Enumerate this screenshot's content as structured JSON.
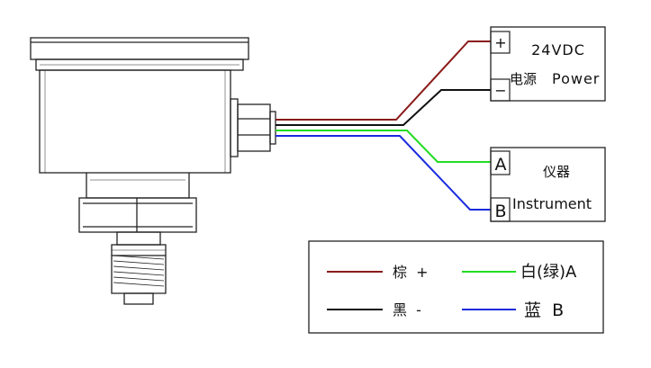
{
  "power_box": {
    "plus_sign": "+",
    "minus_sign": "−",
    "voltage": "24VDC",
    "label_cn": "电源",
    "label_en": "Power"
  },
  "instrument_box": {
    "terminal_a": "A",
    "terminal_b": "B",
    "label_cn": "仪器",
    "label_en": "Instrument"
  },
  "legend": {
    "items": [
      {
        "text": "棕  +",
        "color": "#8b1a1a"
      },
      {
        "text": "白(绿)A",
        "color": "#22dd22"
      },
      {
        "text": "黑  -",
        "color": "#111111"
      },
      {
        "text": "蓝  B",
        "color": "#1a2bdd"
      }
    ]
  },
  "colors": {
    "brown": "#8b1a1a",
    "black": "#111111",
    "green": "#22dd22",
    "blue": "#1a2bdd"
  }
}
